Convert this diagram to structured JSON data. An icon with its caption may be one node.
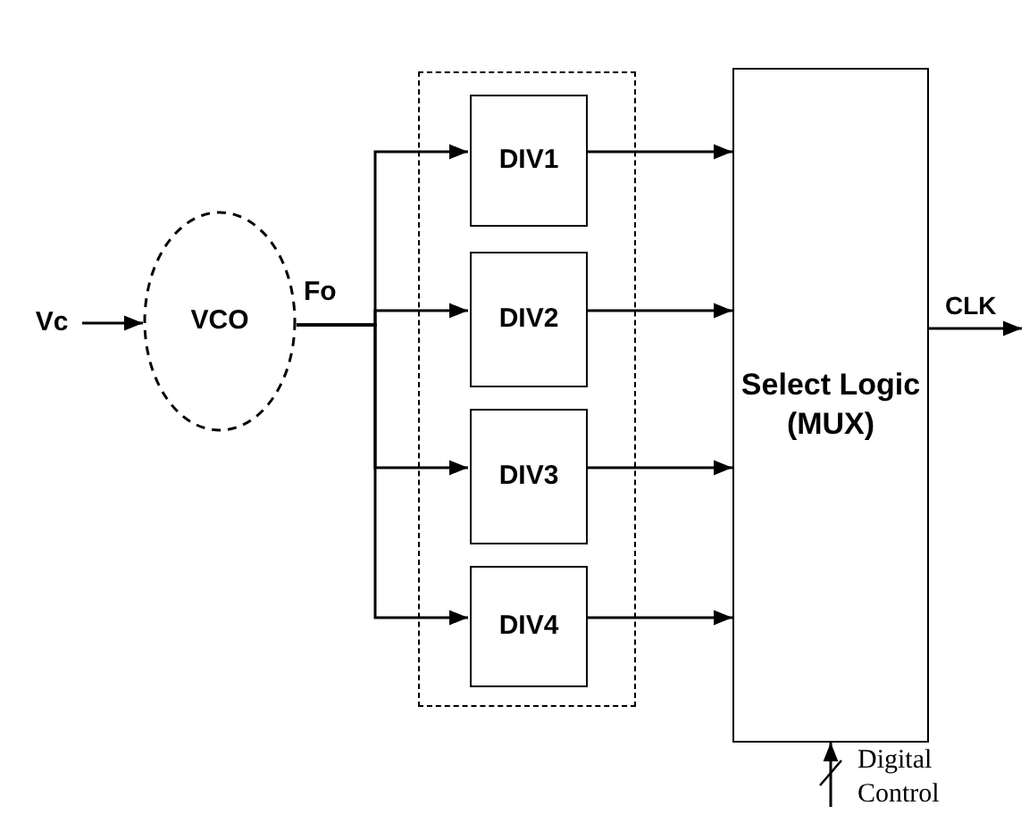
{
  "diagram": {
    "nodes": [
      {
        "text": [
          "Vc"
        ]
      },
      {
        "text": [
          "VCO"
        ]
      },
      {
        "text": [],
        "shape": "box"
      },
      {
        "text": [
          "DIV1"
        ],
        "in": 2
      },
      {
        "text": [
          "DIV2"
        ],
        "in": 2
      },
      {
        "text": [
          "DIV3"
        ],
        "in": 2
      },
      {
        "text": [
          "DIV4"
        ],
        "in": 2
      },
      {
        "text": [
          "Select Logic (MUX)"
        ]
      },
      {
        "text": [
          "Digital Control"
        ]
      }
    ],
    "edges": [
      {
        "from": 0,
        "to": 1,
        "arrow": "to"
      },
      {
        "from": 1,
        "to": 3,
        "arrow": "to"
      },
      {
        "from": 1,
        "to": 4,
        "arrow": "to"
      },
      {
        "from": 1,
        "to": 5,
        "arrow": "to"
      },
      {
        "from": 1,
        "to": 6,
        "arrow": "to"
      },
      {
        "from": 3,
        "to": 7,
        "arrow": "to"
      },
      {
        "from": 4,
        "to": 7,
        "arrow": "to"
      },
      {
        "from": 5,
        "to": 7,
        "arrow": "to"
      },
      {
        "from": 6,
        "to": 7,
        "arrow": "to"
      },
      {
        "from": 7,
        "to": null,
        "arrow": "to",
        "label": "CLK"
      },
      {
        "from": 8,
        "to": 7,
        "arrow": "to"
      }
    ],
    "labels": [
      "Fo"
    ]
  }
}
